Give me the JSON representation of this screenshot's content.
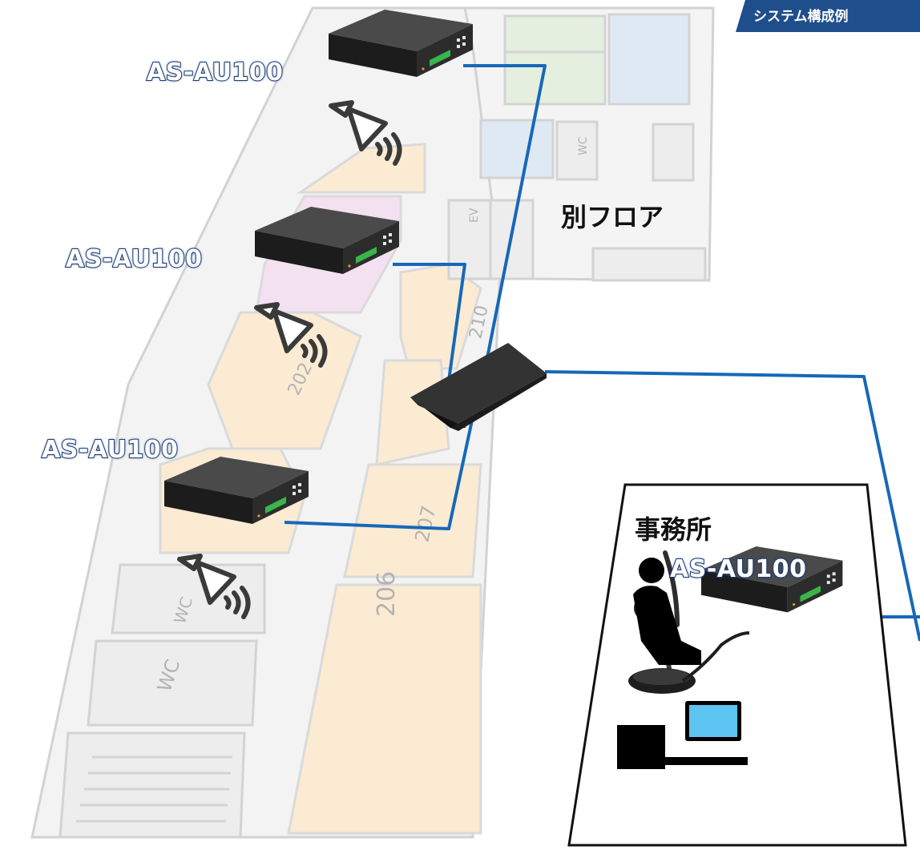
{
  "header": {
    "banner_text": "システム構成例"
  },
  "devices": [
    {
      "id": "unit-1",
      "label": "AS-AU100"
    },
    {
      "id": "unit-2",
      "label": "AS-AU100"
    },
    {
      "id": "unit-3",
      "label": "AS-AU100"
    },
    {
      "id": "office-unit",
      "label": "AS-AU100"
    }
  ],
  "areas": {
    "other_floor": "別フロア",
    "office": "事務所"
  },
  "rooms": [
    "210",
    "202",
    "207",
    "206",
    "WC",
    "WC",
    "EV",
    "WC"
  ],
  "colors": {
    "cable": "#1768b8",
    "room_beige": "#fbead0",
    "room_green": "#e2eedd",
    "room_blue": "#dde8f4",
    "room_pink": "#f3dff0",
    "device_body": "#2a2a2a",
    "device_screen": "#39b54a",
    "label_outline": "#1b3c74",
    "banner": "#1f4e8c"
  },
  "icons": [
    "audio-unit-icon",
    "speaker-icon",
    "network-switch-icon",
    "gooseneck-microphone-icon",
    "operator-with-laptop-icon"
  ]
}
